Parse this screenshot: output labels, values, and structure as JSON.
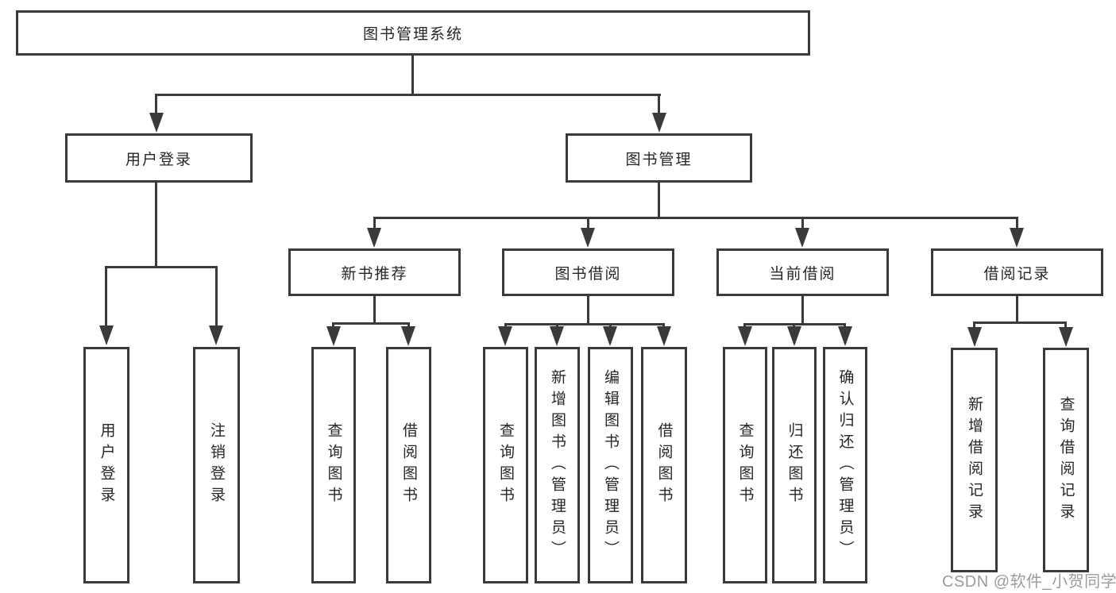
{
  "diagram": {
    "root": {
      "label": "图书管理系统",
      "children": [
        {
          "label": "用户登录",
          "children": [
            {
              "label": "用户登录"
            },
            {
              "label": "注销登录"
            }
          ]
        },
        {
          "label": "图书管理",
          "children": [
            {
              "label": "新书推荐",
              "children": [
                {
                  "label": "查询图书"
                },
                {
                  "label": "借阅图书"
                }
              ]
            },
            {
              "label": "图书借阅",
              "children": [
                {
                  "label": "查询图书"
                },
                {
                  "label": "新增图书（管理员）"
                },
                {
                  "label": "编辑图书（管理员）"
                },
                {
                  "label": "借阅图书"
                }
              ]
            },
            {
              "label": "当前借阅",
              "children": [
                {
                  "label": "查询图书"
                },
                {
                  "label": "归还图书"
                },
                {
                  "label": "确认归还（管理员）"
                }
              ]
            },
            {
              "label": "借阅记录",
              "children": [
                {
                  "label": "新增借阅记录"
                },
                {
                  "label": "查询借阅记录"
                }
              ]
            }
          ]
        }
      ]
    }
  },
  "watermark": {
    "text": "CSDN @软件_小贺同学"
  },
  "colors": {
    "line": "#3a3a3a",
    "text": "#262626",
    "watermark": "#9c9c9c",
    "background": "#ffffff"
  }
}
